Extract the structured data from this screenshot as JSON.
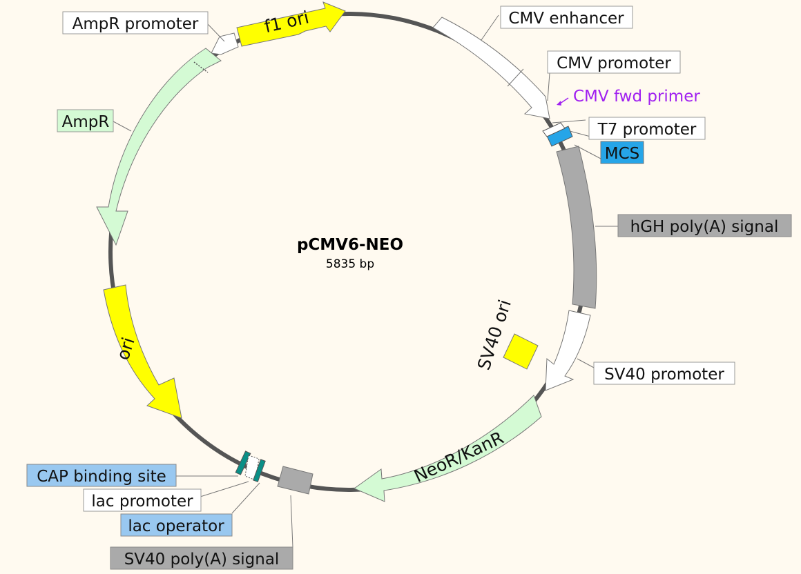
{
  "plasmid": {
    "name": "pCMV6-NEO",
    "size_label": "5835 bp"
  },
  "features": [
    {
      "id": "f1-ori",
      "label": "f1 ori",
      "color": "#ffff00"
    },
    {
      "id": "ori",
      "label": "ori",
      "color": "#ffff00"
    },
    {
      "id": "neor-kanr",
      "label": "NeoR/KanR",
      "color": "#d4fad4"
    },
    {
      "id": "sv40-ori",
      "label": "SV40 ori",
      "color": "#ffff00"
    }
  ],
  "callouts": [
    {
      "id": "ampr-promoter",
      "label": "AmpR promoter",
      "bg": "#ffffff"
    },
    {
      "id": "cmv-enhancer",
      "label": "CMV enhancer",
      "bg": "#ffffff"
    },
    {
      "id": "cmv-promoter",
      "label": "CMV promoter",
      "bg": "#ffffff"
    },
    {
      "id": "cmv-fwd-primer",
      "label": "CMV fwd primer",
      "color": "#a020f0"
    },
    {
      "id": "t7-promoter",
      "label": "T7 promoter",
      "bg": "#ffffff"
    },
    {
      "id": "mcs",
      "label": "MCS",
      "bg": "#26a5e8"
    },
    {
      "id": "ampr",
      "label": "AmpR",
      "bg": "#d4fad4"
    },
    {
      "id": "hgh-polya",
      "label": "hGH poly(A) signal",
      "bg": "#aaaaaa"
    },
    {
      "id": "sv40-promoter",
      "label": "SV40 promoter",
      "bg": "#ffffff"
    },
    {
      "id": "cap-binding-site",
      "label": "CAP binding site",
      "bg": "#99c8f0"
    },
    {
      "id": "lac-promoter",
      "label": "lac promoter",
      "bg": "#ffffff"
    },
    {
      "id": "lac-operator",
      "label": "lac operator",
      "bg": "#99c8f0"
    },
    {
      "id": "sv40-polya",
      "label": "SV40 poly(A) signal",
      "bg": "#aaaaaa"
    }
  ]
}
